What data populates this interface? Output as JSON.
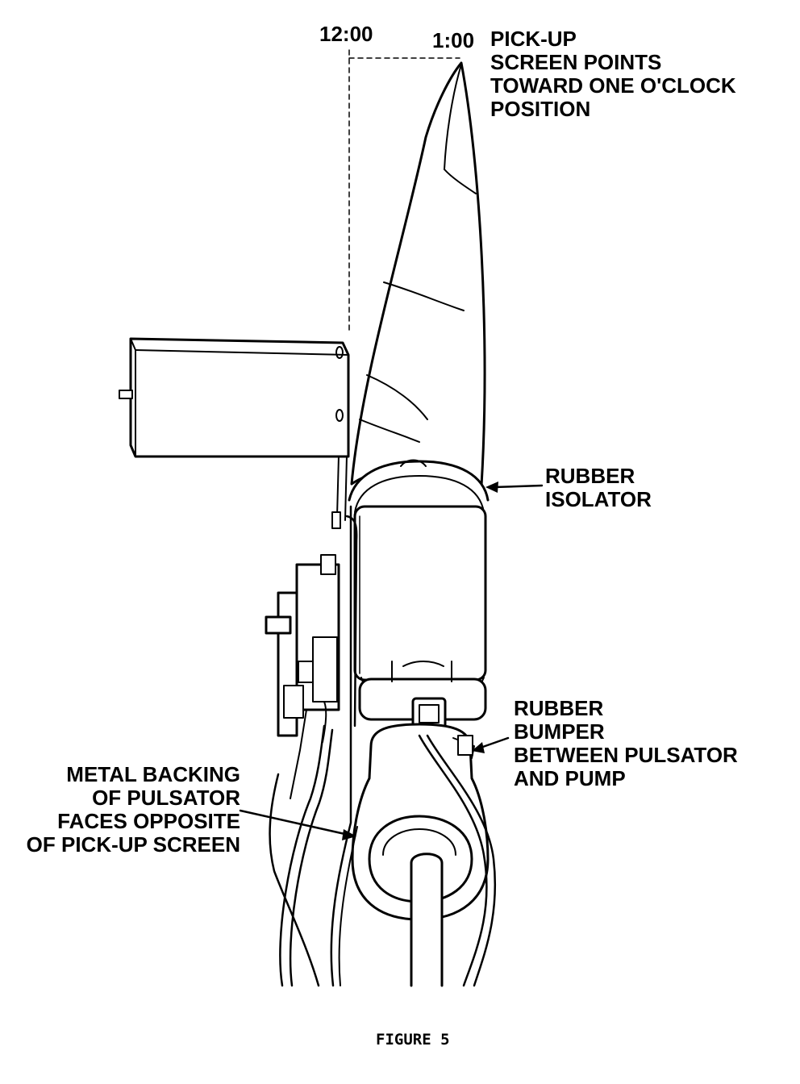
{
  "labels": {
    "twelve_oclock": "12:00",
    "one_oclock": "1:00",
    "pickup": [
      "PICK-UP",
      "SCREEN POINTS",
      "TOWARD ONE O'CLOCK",
      "POSITION"
    ],
    "isolator": [
      "RUBBER",
      "ISOLATOR"
    ],
    "bumper": [
      "RUBBER",
      "BUMPER",
      "BETWEEN PULSATOR",
      "AND PUMP"
    ],
    "backing": [
      "METAL BACKING",
      "OF PULSATOR",
      "FACES OPPOSITE",
      "OF PICK-UP SCREEN"
    ]
  },
  "caption": "FIGURE 5",
  "colors": {
    "ink": "#000000",
    "paper": "#ffffff"
  }
}
